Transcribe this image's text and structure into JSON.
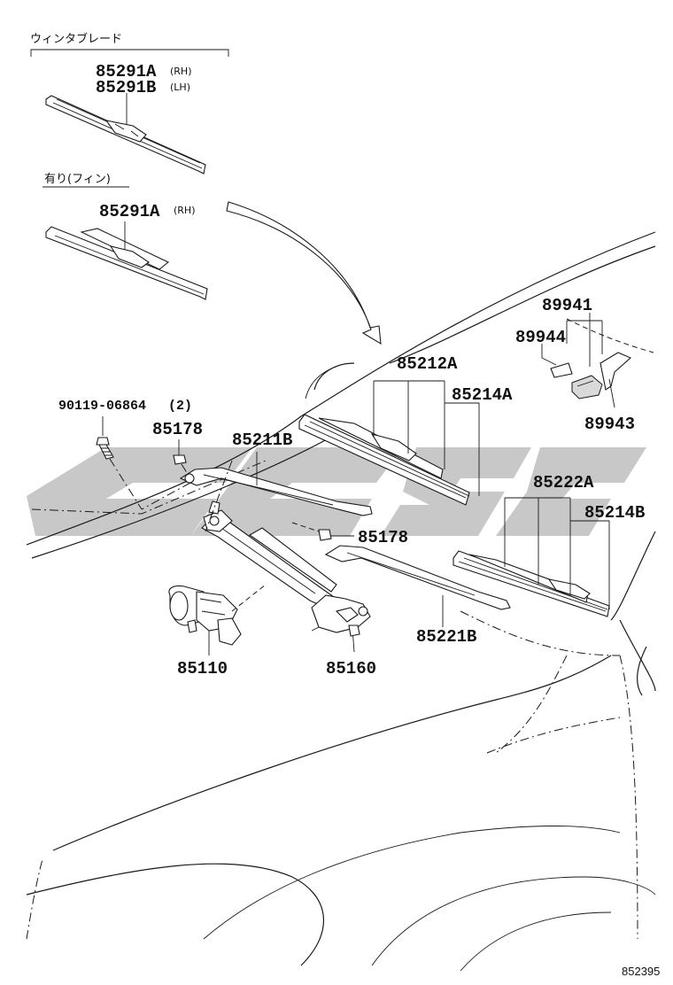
{
  "header": {
    "section_label": "ウィンタブレード",
    "variant_label": "有り(フィン)"
  },
  "labels": {
    "blade_a": "85291A",
    "blade_a_side": "(RH)",
    "blade_b": "85291B",
    "blade_b_side": "(LH)",
    "blade_fin": "85291A",
    "blade_fin_side": "(RH)",
    "bolt": "90119-06864",
    "bolt_qty": "(2)",
    "nut_top": "85178",
    "nut_mid": "85178",
    "arm_rh": "85211B",
    "blade_rh": "85212A",
    "rubber_rh": "85214A",
    "blade_lh": "85222A",
    "rubber_lh": "85214B",
    "arm_lh": "85221B",
    "motor": "85110",
    "link": "85160",
    "washer_set": "89941",
    "washer_small": "89944",
    "washer_nozzle": "89943"
  },
  "watermark": {
    "color": "#9a9a9a"
  },
  "footer": {
    "figure_code": "852395"
  }
}
